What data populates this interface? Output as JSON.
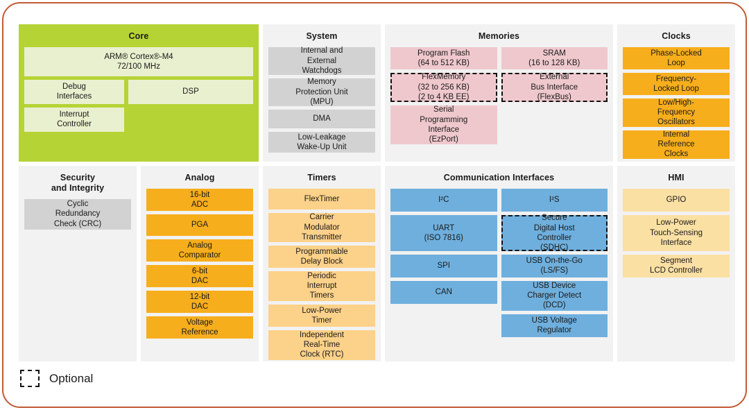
{
  "diagram": {
    "border_color": "#c05a33",
    "panel_bg": "#f2f2f2",
    "legend": {
      "label": "Optional",
      "swatch_name": "dashed-square"
    }
  },
  "palette": {
    "core_green": "#b6d335",
    "core_block": "#e9f0cf",
    "system_gray": "#d2d2d2",
    "memories_pink": "#efc8cd",
    "clocks_orange": "#f7ae1c",
    "analog_orange": "#f7ae1c",
    "timers_peach": "#fcd189",
    "comm_blue": "#6fafdd",
    "hmi_cream": "#fbe0a4"
  },
  "panels": {
    "core": {
      "title": "Core",
      "cpu": {
        "line1": "ARM® Cortex®-M4",
        "line2": "72/100 MHz"
      },
      "debug": {
        "line1": "Debug",
        "line2": "Interfaces"
      },
      "dsp": {
        "line1": "DSP"
      },
      "interrupt": {
        "line1": "Interrupt",
        "line2": "Controller"
      }
    },
    "system": {
      "title": "System",
      "blocks": [
        {
          "lines": [
            "Internal and",
            "External",
            "Watchdogs"
          ],
          "optional": false
        },
        {
          "lines": [
            "Memory",
            "Protection Unit",
            "(MPU)"
          ],
          "optional": false
        },
        {
          "lines": [
            "DMA"
          ],
          "optional": false
        },
        {
          "lines": [
            "Low-Leakage",
            "Wake-Up Unit"
          ],
          "optional": false
        }
      ]
    },
    "memories": {
      "title": "Memories",
      "left": [
        {
          "lines": [
            "Program Flash",
            "(64 to 512 KB)"
          ],
          "optional": false
        },
        {
          "lines": [
            "FlexMemory",
            "(32 to 256 KB)",
            "(2 to 4 KB EE)"
          ],
          "optional": true
        },
        {
          "lines": [
            "Serial",
            "Programming",
            "Interface",
            "(EzPort)"
          ],
          "optional": false
        }
      ],
      "right": [
        {
          "lines": [
            "SRAM",
            "(16 to 128 KB)"
          ],
          "optional": false
        },
        {
          "lines": [
            "External",
            "Bus Interface",
            "(FlexBus)"
          ],
          "optional": true
        }
      ]
    },
    "clocks": {
      "title": "Clocks",
      "blocks": [
        {
          "lines": [
            "Phase-Locked",
            "Loop"
          ],
          "optional": false
        },
        {
          "lines": [
            "Frequency-",
            "Locked Loop"
          ],
          "optional": false
        },
        {
          "lines": [
            "Low/High-",
            "Frequency",
            "Oscillators"
          ],
          "optional": false
        },
        {
          "lines": [
            "Internal",
            "Reference",
            "Clocks"
          ],
          "optional": false
        }
      ]
    },
    "security": {
      "title_line1": "Security",
      "title_line2": "and Integrity",
      "blocks": [
        {
          "lines": [
            "Cyclic",
            "Redundancy",
            "Check (CRC)"
          ],
          "optional": false
        }
      ]
    },
    "analog": {
      "title": "Analog",
      "blocks": [
        {
          "lines": [
            "16-bit",
            "ADC"
          ],
          "optional": false
        },
        {
          "lines": [
            "PGA"
          ],
          "optional": false
        },
        {
          "lines": [
            "Analog",
            "Comparator"
          ],
          "optional": false
        },
        {
          "lines": [
            "6-bit",
            "DAC"
          ],
          "optional": false
        },
        {
          "lines": [
            "12-bit",
            "DAC"
          ],
          "optional": false
        },
        {
          "lines": [
            "Voltage",
            "Reference"
          ],
          "optional": false
        }
      ]
    },
    "timers": {
      "title": "Timers",
      "blocks": [
        {
          "lines": [
            "FlexTimer"
          ],
          "optional": false
        },
        {
          "lines": [
            "Carrier",
            "Modulator",
            "Transmitter"
          ],
          "optional": false
        },
        {
          "lines": [
            "Programmable",
            "Delay Block"
          ],
          "optional": false
        },
        {
          "lines": [
            "Periodic",
            "Interrupt",
            "Timers"
          ],
          "optional": false
        },
        {
          "lines": [
            "Low-Power",
            "Timer"
          ],
          "optional": false
        },
        {
          "lines": [
            "Independent",
            "Real-Time",
            "Clock (RTC)"
          ],
          "optional": false
        }
      ]
    },
    "communication": {
      "title": "Communication Interfaces",
      "left": [
        {
          "lines": [
            "I²C"
          ],
          "optional": false
        },
        {
          "lines": [
            "UART",
            "(ISO 7816)"
          ],
          "optional": false
        },
        {
          "lines": [
            "SPI"
          ],
          "optional": false
        },
        {
          "lines": [
            "CAN"
          ],
          "optional": false
        }
      ],
      "right": [
        {
          "lines": [
            "I²S"
          ],
          "optional": false
        },
        {
          "lines": [
            "Secure",
            "Digital Host",
            "Controller",
            "(SDHC)"
          ],
          "optional": true
        },
        {
          "lines": [
            "USB On-the-Go",
            "(LS/FS)"
          ],
          "optional": false
        },
        {
          "lines": [
            "USB Device",
            "Charger Detect",
            "(DCD)"
          ],
          "optional": false
        },
        {
          "lines": [
            "USB Voltage",
            "Regulator"
          ],
          "optional": false
        }
      ]
    },
    "hmi": {
      "title": "HMI",
      "blocks": [
        {
          "lines": [
            "GPIO"
          ],
          "optional": false
        },
        {
          "lines": [
            "Low-Power",
            "Touch-Sensing",
            "Interface"
          ],
          "optional": false
        },
        {
          "lines": [
            "Segment",
            "LCD Controller"
          ],
          "optional": false
        }
      ]
    }
  }
}
